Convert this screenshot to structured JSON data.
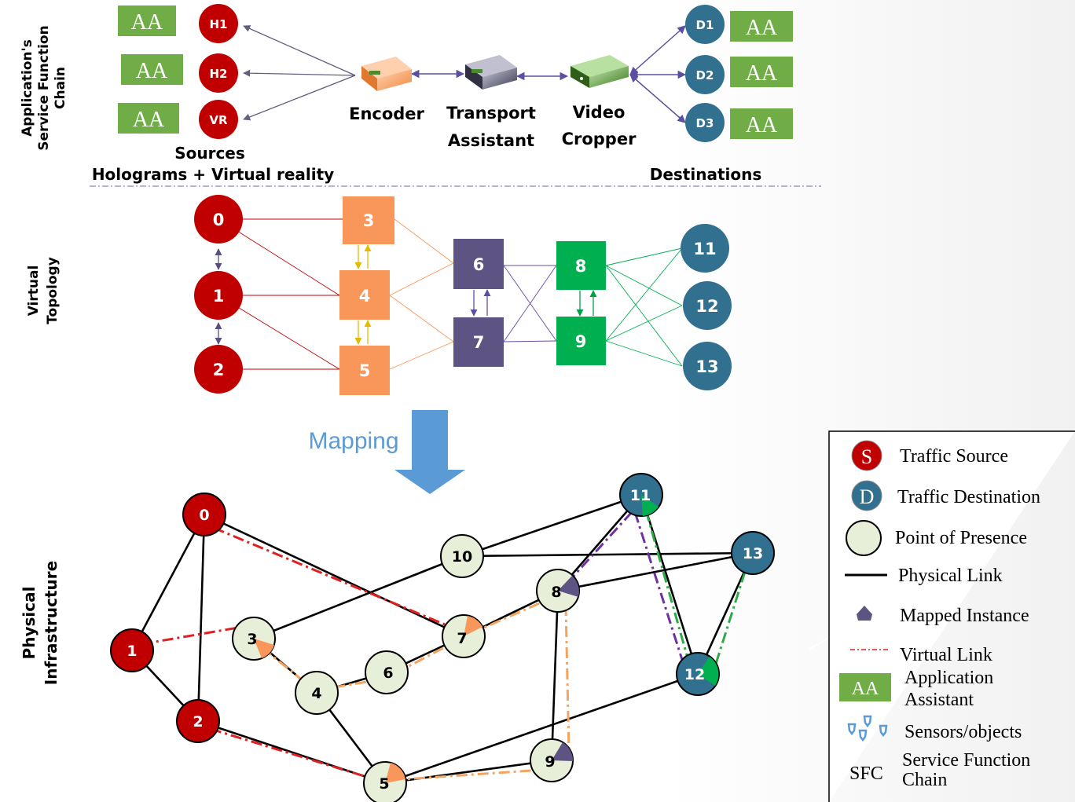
{
  "side_labels": {
    "sfc": [
      "Application's",
      "Service Function",
      "Chain"
    ],
    "virtual": [
      "Virtual",
      "Topology"
    ],
    "physical": [
      "Physical",
      "Infrastructure"
    ]
  },
  "sfc": {
    "aa_label": "AA",
    "sources": [
      "H1",
      "H2",
      "VR"
    ],
    "destinations": [
      "D1",
      "D2",
      "D3"
    ],
    "functions": {
      "encoder": "Encoder",
      "transport": [
        "Transport",
        "Assistant"
      ],
      "cropper": [
        "Video",
        "Cropper"
      ]
    },
    "sources_caption": [
      "Sources",
      "Holograms + Virtual reality"
    ],
    "destinations_caption": "Destinations"
  },
  "virtual": {
    "sources": [
      "0",
      "1",
      "2"
    ],
    "encoder": [
      "3",
      "4",
      "5"
    ],
    "transport": [
      "6",
      "7"
    ],
    "cropper": [
      "8",
      "9"
    ],
    "destinations": [
      "11",
      "12",
      "13"
    ]
  },
  "mapping_label": "Mapping",
  "physical": {
    "sources": [
      "0",
      "1",
      "2"
    ],
    "pops": [
      "3",
      "4",
      "5",
      "6",
      "7",
      "8",
      "9",
      "10"
    ],
    "destinations": [
      "11",
      "12",
      "13"
    ]
  },
  "legend": {
    "source_symbol": "S",
    "source": "Traffic Source",
    "destination_symbol": "D",
    "destination": "Traffic Destination",
    "pop": "Point of Presence",
    "physical_link": "Physical Link",
    "mapped_instance": "Mapped Instance",
    "virtual_link": "Virtual Link",
    "aa_symbol": "AA",
    "aa": [
      "Application",
      "Assistant"
    ],
    "sensors": "Sensors/objects",
    "sfc_symbol": "SFC",
    "sfc": [
      "Service Function",
      "Chain"
    ]
  },
  "colors": {
    "source": "#c00000",
    "destination": "#31708f",
    "pop": "#e8efd8",
    "encoder": "#f9965a",
    "transport": "#5e5483",
    "cropper": "#00b050",
    "aa": "#70ad47",
    "mapping_arrow": "#5b9bd5",
    "virtual_link_red": "#e02020",
    "virtual_link_orange": "#f4a460",
    "virtual_link_purple": "#7030a0",
    "virtual_link_green": "#2eaa4a"
  }
}
